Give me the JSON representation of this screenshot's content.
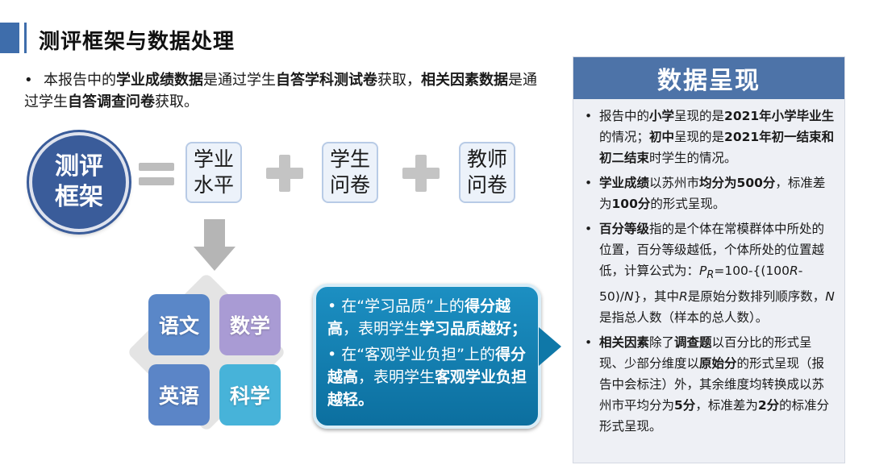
{
  "title": "测评框架与数据处理",
  "intro": {
    "bullet": "•",
    "text_html": "本报告中的<b>学业成绩数据</b>是通过学生<b>自答学科测试卷</b>获取，<b>相关因素数据</b>是通过学生<b>自答调查问卷</b>获取。"
  },
  "framework": {
    "circle_label": "测评框架",
    "boxes": [
      "学业水平",
      "学生问卷",
      "教师问卷"
    ]
  },
  "subjects": [
    {
      "label": "语文",
      "color": "#5a87c8"
    },
    {
      "label": "数学",
      "color": "#a99bd4"
    },
    {
      "label": "英语",
      "color": "#5b85c7"
    },
    {
      "label": "科学",
      "color": "#47b3d9"
    }
  ],
  "callout": {
    "items_html": [
      "• 在“学习品质”上的<b>得分越高</b>，表明学生<b>学习品质越好；</b>",
      "• 在“客观学业负担”上的<b>得分越高</b>，表明学生<b>客观学业负担越轻。</b>"
    ]
  },
  "panel": {
    "title": "数据呈现",
    "bullet": "•",
    "items_html": [
      "报告中的<b>小学</b>呈现的是<b>2021年小学毕业生</b>的情况；<b>初中</b>呈现的是<b>2021年初一结束和初二结束</b>时学生的情况。",
      "<b>学业成绩</b>以苏州市<b>均分为500分</b>，标准差为<b>100分</b>的形式呈现。",
      "<b>百分等级</b>指的是个体在常模群体中所处的位置，百分等级越低，个体所处的位置越低，计算公式为：<i>P<sub>R</sub></i>=100-{(100<i>R</i>-50)/<i>N</i>}，其中<i>R</i>是原始分数排列顺序数，<i>N</i>是指总人数（样本的总人数）。",
      "<b>相关因素</b>除了<b>调查题</b>以百分比的形式呈现、少部分维度以<b>原始分</b>的形式呈现（报告中会标注）外，其余维度均转换成以苏州市平均分为<b>5分</b>，标准差为<b>2分</b>的标准分形式呈现。"
    ]
  }
}
